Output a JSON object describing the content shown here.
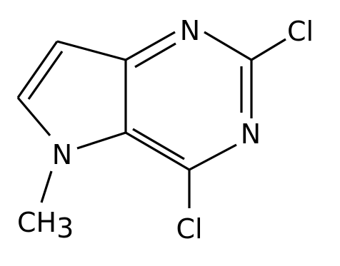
{
  "structure": {
    "atoms": {
      "n1": "N",
      "n3": "N",
      "n5": "N",
      "cl2": "Cl",
      "cl4": "Cl",
      "methyl": "CH",
      "methyl_subscript": "3"
    },
    "colors": {
      "bond": "#000000",
      "text": "#000000",
      "background": "#ffffff"
    }
  }
}
